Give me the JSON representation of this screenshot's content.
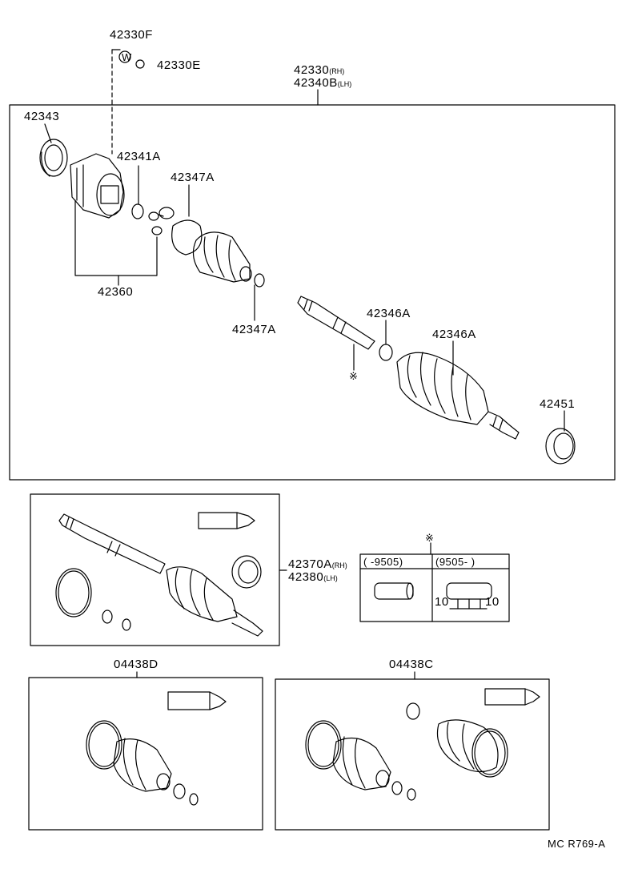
{
  "parts": {
    "p42330f": "42330F",
    "p42330e": "42330E",
    "p42330": "42330",
    "p42340b": "42340B",
    "rh": "(RH)",
    "lh": "(LH)",
    "p42343": "42343",
    "p42341a": "42341A",
    "p42347a_top": "42347A",
    "p42360": "42360",
    "p42347a_bottom": "42347A",
    "p42346a_left": "42346A",
    "p42346a_right": "42346A",
    "p42451": "42451",
    "p42370a": "42370A",
    "p42380": "42380",
    "p04438d": "04438D",
    "p04438c": "04438C",
    "washer_mark": "W",
    "asterisk": "※"
  },
  "production_table": {
    "col1": "(      -9505)",
    "col2": "(9505-      )",
    "dim_left": "10",
    "dim_right": "10"
  },
  "footer": {
    "code": "MC R769-A"
  }
}
